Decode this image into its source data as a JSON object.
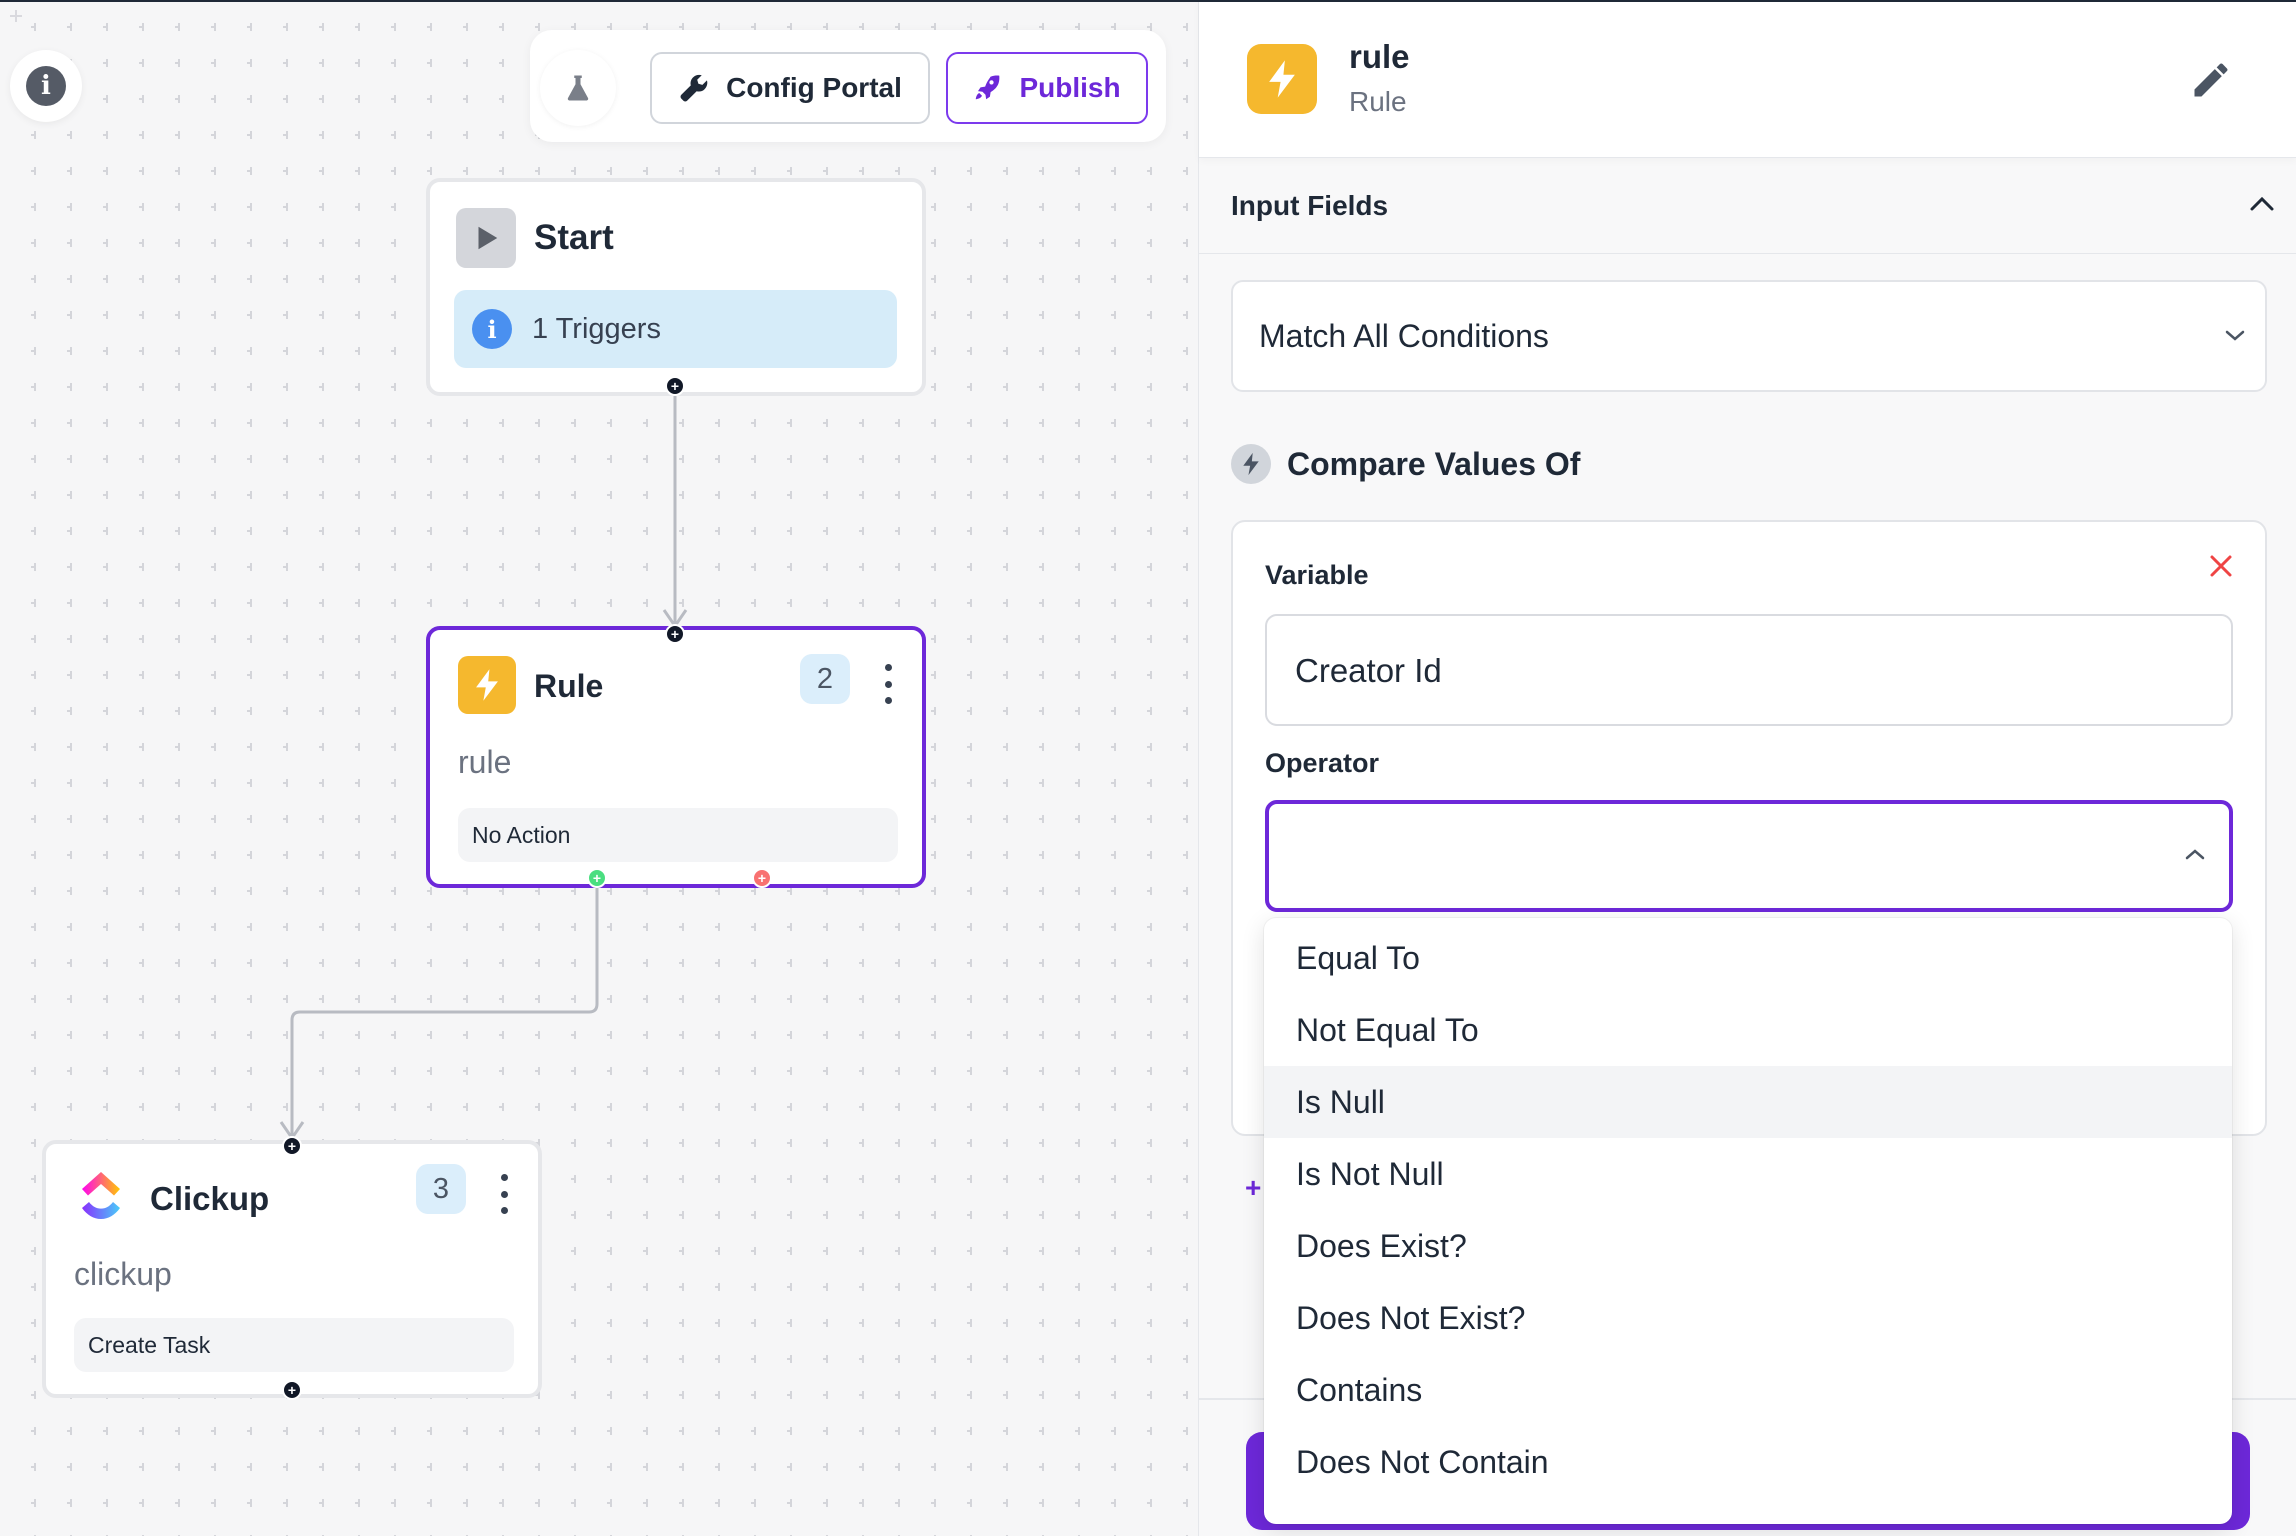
{
  "toolbar": {
    "config_label": "Config Portal",
    "publish_label": "Publish"
  },
  "nodes": {
    "start": {
      "title": "Start",
      "triggers_label": "1 Triggers"
    },
    "rule": {
      "title": "Rule",
      "badge": "2",
      "subtitle": "rule",
      "action": "No Action"
    },
    "clickup": {
      "title": "Clickup",
      "badge": "3",
      "subtitle": "clickup",
      "action": "Create Task"
    }
  },
  "panel": {
    "title": "rule",
    "subtitle": "Rule",
    "section_label": "Input Fields",
    "match_value": "Match All Conditions",
    "compare_label": "Compare Values Of",
    "variable_label": "Variable",
    "variable_value": "Creator Id",
    "operator_label": "Operator",
    "operator_value": "",
    "add_symbol": "+",
    "operator_options": [
      "Equal To",
      "Not Equal To",
      "Is Null",
      "Is Not Null",
      "Does Exist?",
      "Does Not Exist?",
      "Contains",
      "Does Not Contain"
    ],
    "highlighted_option": "Is Null"
  },
  "colors": {
    "accent": "#6d28d9",
    "rule_icon": "#f5b82e",
    "triggers_bg": "#d6ecf9",
    "badge_bg": "#dbeefb",
    "close": "#ef4444"
  },
  "icons": {
    "info": "info-icon",
    "flask": "flask-icon",
    "wrench": "wrench-icon",
    "rocket": "rocket-icon",
    "play": "play-icon",
    "bolt": "bolt-icon",
    "pencil": "pencil-icon",
    "chevron_up": "chevron-up-icon",
    "chevron_down": "chevron-down-icon",
    "close": "close-icon",
    "clickup_logo": "clickup-logo-icon"
  }
}
